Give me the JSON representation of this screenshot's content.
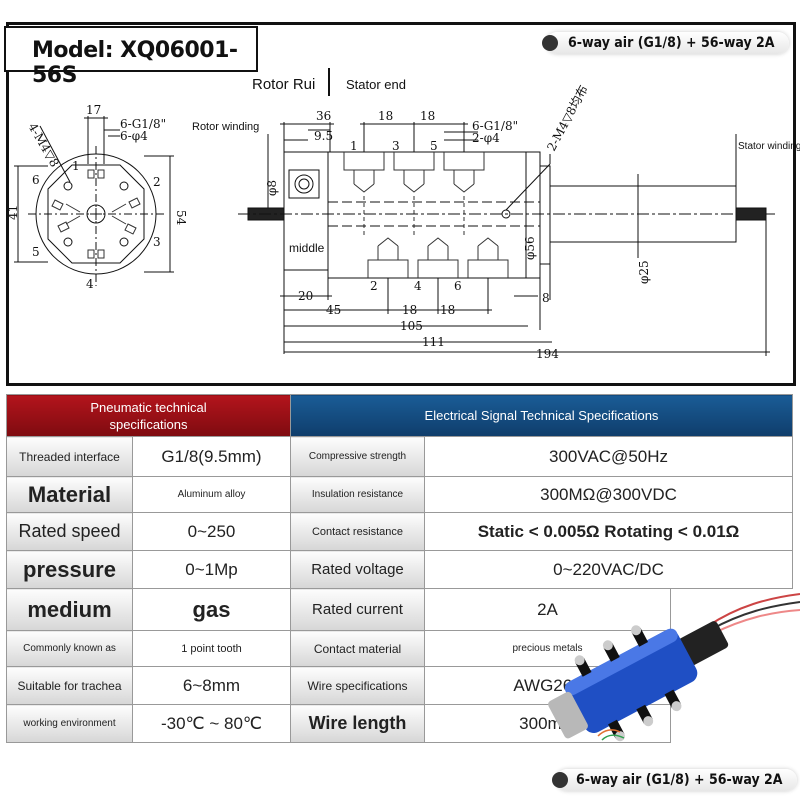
{
  "model": "Model: XQ06001-56S",
  "banner": "6-way air (G1/8) + 56-way 2A",
  "drawing": {
    "rotor_rui": "Rotor Rui",
    "stator_end": "Stator end",
    "rotor_winding": "Rotor winding",
    "stator_winding": "Stator winding",
    "middle": "middle",
    "left": {
      "dim_17": "17",
      "thread": "6-G1/8\"",
      "hole": "6-φ4",
      "m4": "4-M4▽8",
      "h41": "41",
      "h54": "54",
      "ports": [
        "1",
        "2",
        "3",
        "4",
        "5",
        "6"
      ]
    },
    "right": {
      "dim_36": "36",
      "dim_18a": "18",
      "dim_18b": "18",
      "dim_9_5": "9.5",
      "thread": "6-G1/8\"",
      "hole": "2-φ4",
      "m4": "2-M4▽8均布",
      "d8": "φ8",
      "d56": "φ56",
      "d25": "φ25",
      "dim_20": "20",
      "dim_8": "8",
      "dim_45": "45",
      "dim_18c": "18",
      "dim_18d": "18",
      "dim_105": "105",
      "dim_111": "111",
      "dim_194": "194",
      "top_ports": [
        "1",
        "3",
        "5"
      ],
      "bottom_ports": [
        "2",
        "4",
        "6"
      ]
    }
  },
  "table": {
    "pneumatic_header": "Pneumatic technical specifications",
    "electrical_header": "Electrical Signal Technical Specifications",
    "rows": [
      {
        "p_label": "Threaded interface",
        "p_value": "G1/8(9.5mm)",
        "e_label": "Compressive strength",
        "e_value": "300VAC@50Hz"
      },
      {
        "p_label": "Material",
        "p_value": "Aluminum alloy",
        "e_label": "Insulation resistance",
        "e_value": "300MΩ@300VDC"
      },
      {
        "p_label": "Rated speed",
        "p_value": "0~250",
        "e_label": "Contact resistance",
        "e_value": "Static < 0.005Ω Rotating < 0.01Ω"
      },
      {
        "p_label": "pressure",
        "p_value": "0~1Mp",
        "e_label": "Rated voltage",
        "e_value": "0~220VAC/DC"
      },
      {
        "p_label": "medium",
        "p_value": "gas",
        "e_label": "Rated current",
        "e_value": "2A"
      },
      {
        "p_label": "Commonly known as",
        "p_value": "1 point tooth",
        "e_label": "Contact material",
        "e_value": "precious metals"
      },
      {
        "p_label": "Suitable for trachea",
        "p_value": "6~8mm",
        "e_label": "Wire specifications",
        "e_value": "AWG26#"
      },
      {
        "p_label": "working environment",
        "p_value": "-30℃ ~ 80℃",
        "e_label": "Wire length",
        "e_value": "300mm"
      }
    ]
  },
  "bottom_banner": "6-way air (G1/8) + 56-way 2A",
  "colors": {
    "pneumatic_header": "#a3121a",
    "electrical_header": "#15507f",
    "rotor_blue": "#1f4fc4"
  }
}
